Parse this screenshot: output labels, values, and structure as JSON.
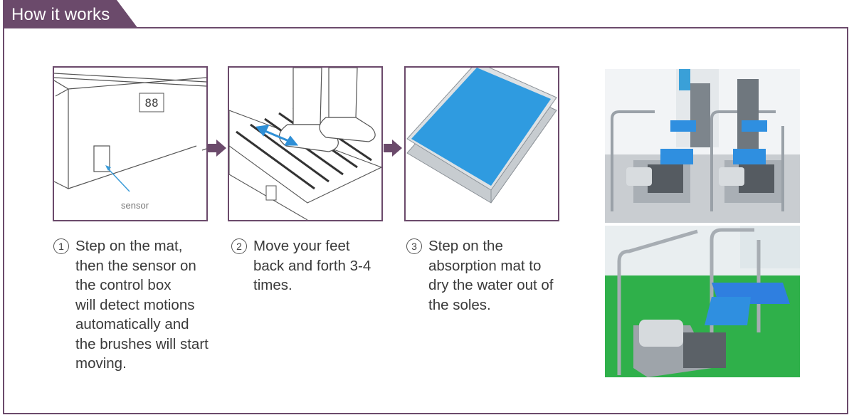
{
  "header": {
    "title": "How it works"
  },
  "steps": [
    {
      "number": "1",
      "text": "Step on the mat,\nthen the sensor on\nthe control box\nwill detect  motions\nautomatically and\nthe brushes will start\nmoving."
    },
    {
      "number": "2",
      "text": "Move your feet\nback and forth 3-4\ntimes."
    },
    {
      "number": "3",
      "text": "Step on the\nabsorption mat to\ndry the water out of\nthe soles."
    }
  ],
  "illustrations": {
    "panel1_label": "sensor",
    "panel1_display": "88"
  },
  "colors": {
    "accent": "#6b4a6b",
    "mat_blue": "#2f9be0",
    "floor_green": "#2fb04a"
  },
  "icons": [
    "arrow-right-icon",
    "circled-number-icon"
  ]
}
